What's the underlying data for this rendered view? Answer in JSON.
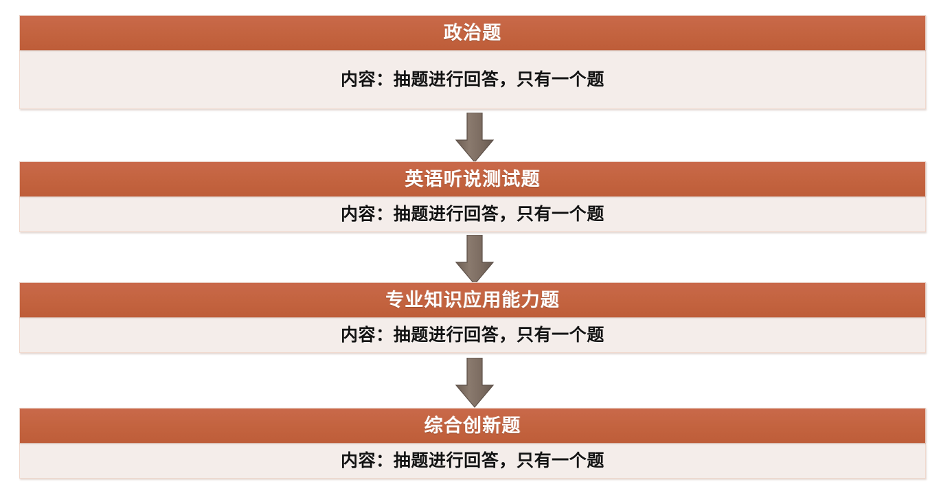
{
  "diagram": {
    "type": "vertical-flowchart",
    "orientation": "top-to-bottom",
    "accent_color": "#C3633F",
    "body_color": "#F4EDEA",
    "arrow_color": "#7A6A5F",
    "border_color": "#F0D8CD",
    "content_label": "内容：",
    "steps": [
      {
        "order": 1,
        "title": "政治题",
        "content": "内容：抽题进行回答，只有一个题"
      },
      {
        "order": 2,
        "title": "英语听说测试题",
        "content": "内容：抽题进行回答，只有一个题"
      },
      {
        "order": 3,
        "title": "专业知识应用能力题",
        "content": "内容：抽题进行回答，只有一个题"
      },
      {
        "order": 4,
        "title": "综合创新题",
        "content": "内容：抽题进行回答，只有一个题"
      }
    ],
    "connectors": [
      {
        "from": "政治题",
        "to": "英语听说测试题",
        "icon": "down-arrow-icon"
      },
      {
        "from": "英语听说测试题",
        "to": "专业知识应用能力题",
        "icon": "down-arrow-icon"
      },
      {
        "from": "专业知识应用能力题",
        "to": "综合创新题",
        "icon": "down-arrow-icon"
      }
    ]
  }
}
